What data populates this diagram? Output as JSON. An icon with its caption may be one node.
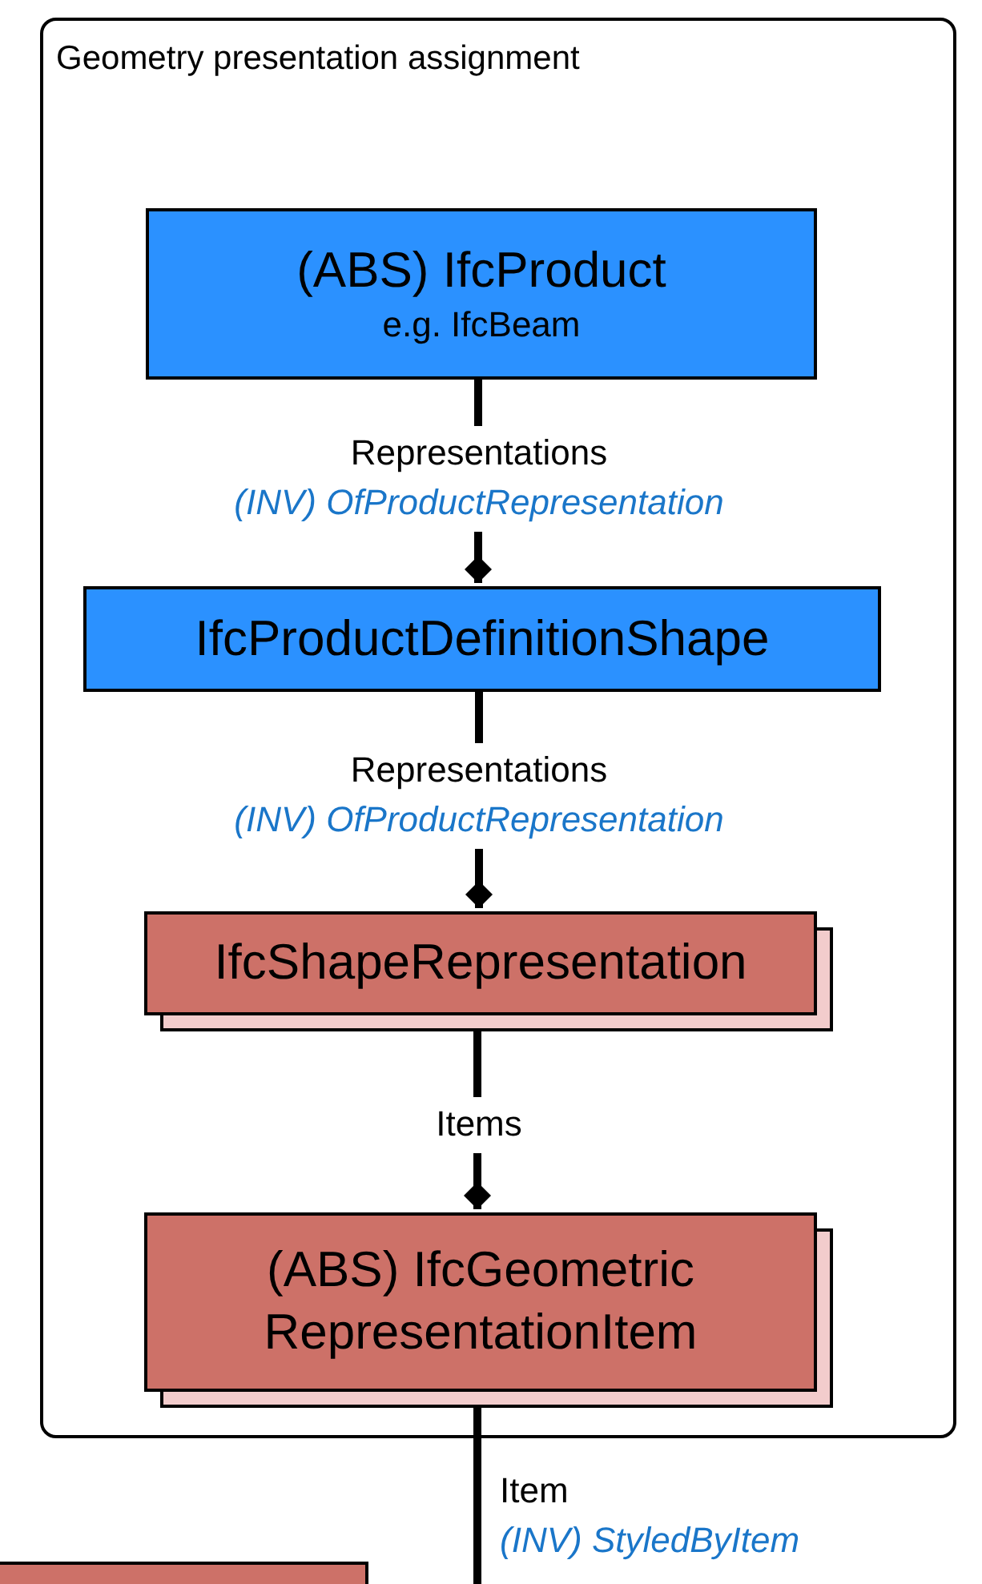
{
  "diagram": {
    "nodes": [
      {
        "text": [
          "Geometry presentation assignment"
        ]
      },
      {
        "text": [
          "(ABS) IfcProduct",
          "e.g. IfcBeam"
        ],
        "in": 0
      },
      {
        "text": [
          "IfcProductDefinitionShape"
        ],
        "in": 0
      },
      {
        "text": [
          "IfcShapeRepresentation"
        ],
        "in": 0
      },
      {
        "text": [
          "(ABS) IfcGeometric RepresentationItem"
        ],
        "in": 0
      },
      {
        "text": [],
        "shape": "box"
      }
    ],
    "edges": [
      {
        "from": 1,
        "to": 2,
        "arrow": "other",
        "label": "Representations *(INV) OfProductRepresentation*"
      },
      {
        "from": 2,
        "to": 3,
        "arrow": "other",
        "label": "Representations *(INV) OfProductRepresentation*"
      },
      {
        "from": 3,
        "to": 4,
        "arrow": "other",
        "label": "Items"
      },
      {
        "from": 4,
        "to": null,
        "arrow": "none",
        "label": "Item *(INV) StyledByItem*"
      }
    ]
  }
}
